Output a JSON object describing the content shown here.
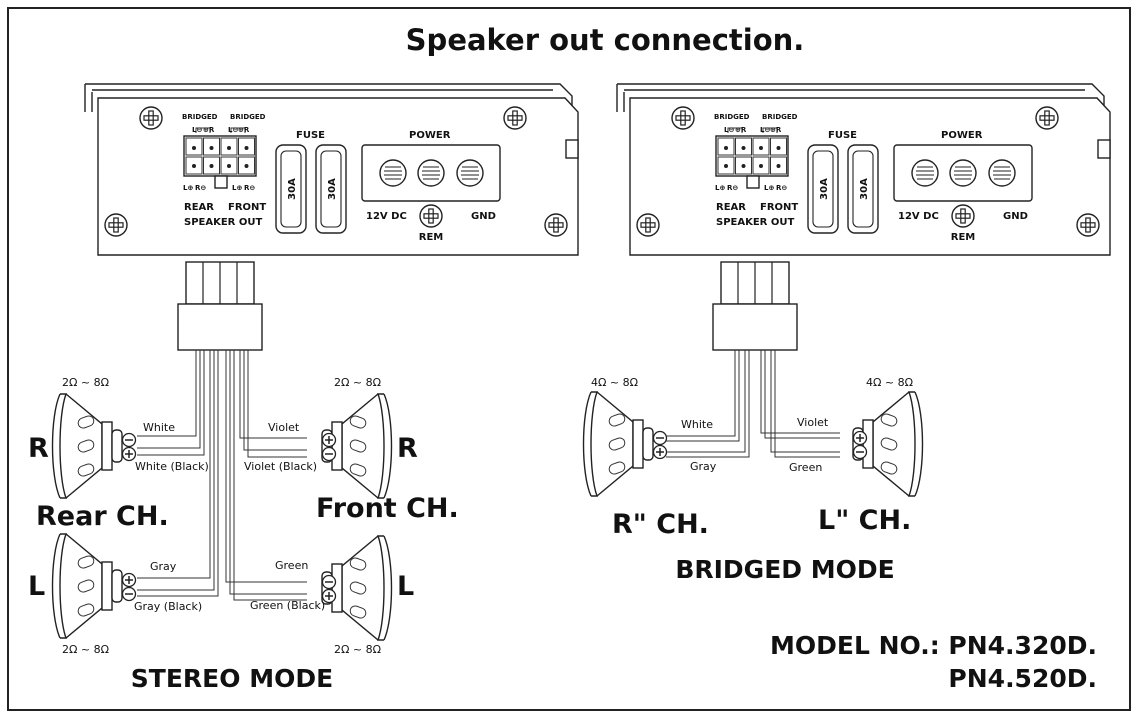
{
  "title": "Speaker out connection.",
  "panel": {
    "bridged": "BRIDGED",
    "rear": "REAR",
    "front": "FRONT",
    "speaker_out": "SPEAKER OUT",
    "fuse": "FUSE",
    "fuse_value": "30A",
    "power": "POWER",
    "dc": "12V DC",
    "rem": "REM",
    "gnd": "GND",
    "term_l_plus": "L⊕",
    "term_r_minus": "R⊖",
    "term_l_minus": "L⊖",
    "term_r_plus": "⊕R"
  },
  "stereo": {
    "mode_label": "STEREO MODE",
    "rear_label": "Rear CH.",
    "front_label": "Front CH.",
    "r_letter": "R",
    "l_letter": "L",
    "impedance": "2Ω ~ 8Ω",
    "wires": {
      "rear_r_pos": "White",
      "rear_r_neg": "White (Black)",
      "front_r_pos": "Violet",
      "front_r_neg": "Violet (Black)",
      "rear_l_pos": "Gray",
      "rear_l_neg": "Gray (Black)",
      "front_l_pos": "Green",
      "front_l_neg": "Green (Black)"
    }
  },
  "bridged": {
    "mode_label": "BRIDGED MODE",
    "r_label": "R\" CH.",
    "l_label": "L\" CH.",
    "impedance": "4Ω ~ 8Ω",
    "wires": {
      "white": "White",
      "gray": "Gray",
      "violet": "Violet",
      "green": "Green"
    }
  },
  "model": {
    "label": "MODEL NO.: PN4.320D.",
    "second": "PN4.520D."
  },
  "icons": [
    "screw-icon",
    "plus-terminal-icon",
    "minus-terminal-icon",
    "speaker-icon",
    "connector-plug-icon"
  ]
}
